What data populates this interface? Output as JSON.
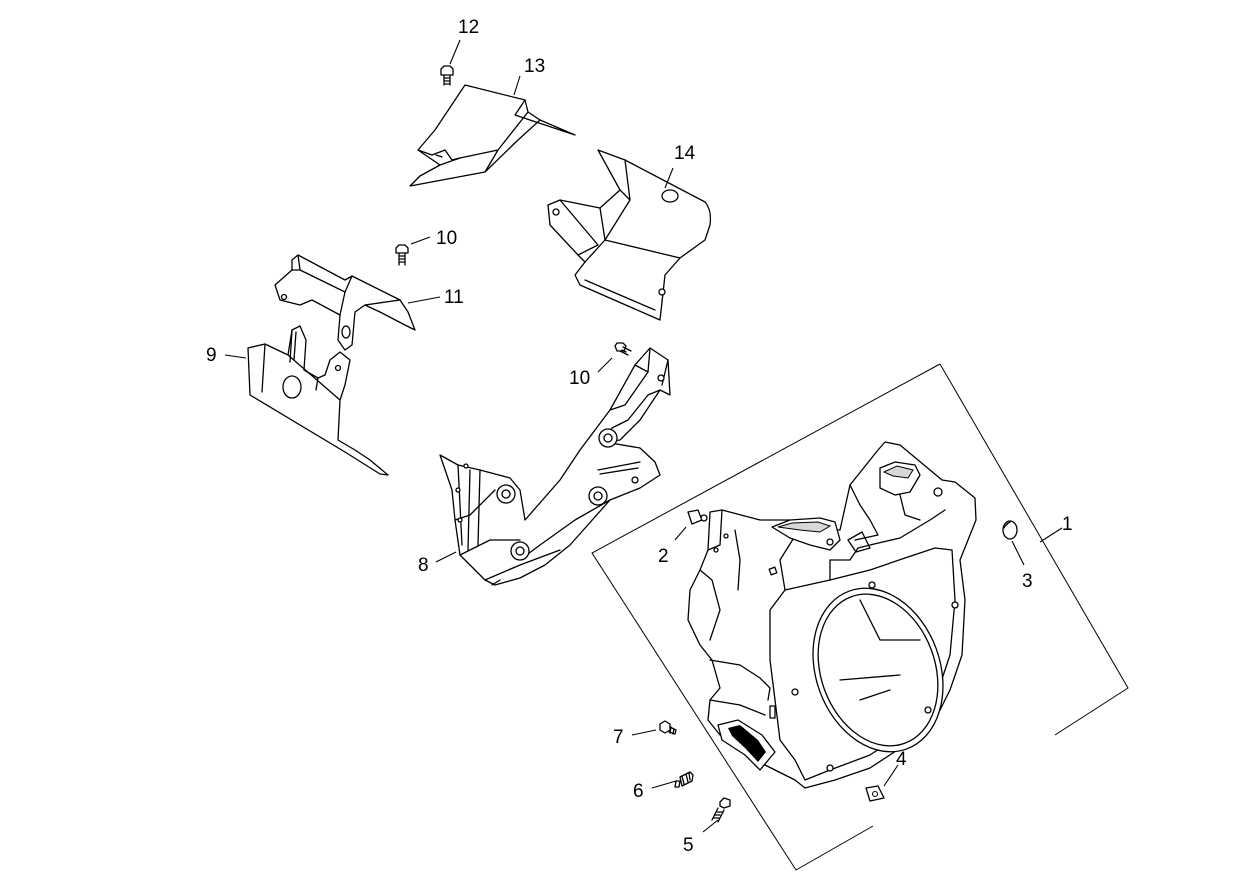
{
  "callouts": [
    {
      "id": "c1",
      "label": "1"
    },
    {
      "id": "c2",
      "label": "2"
    },
    {
      "id": "c3",
      "label": "3"
    },
    {
      "id": "c4",
      "label": "4"
    },
    {
      "id": "c5",
      "label": "5"
    },
    {
      "id": "c6",
      "label": "6"
    },
    {
      "id": "c7",
      "label": "7"
    },
    {
      "id": "c8",
      "label": "8"
    },
    {
      "id": "c9",
      "label": "9"
    },
    {
      "id": "c10a",
      "label": "10"
    },
    {
      "id": "c10b",
      "label": "10"
    },
    {
      "id": "c11",
      "label": "11"
    },
    {
      "id": "c12",
      "label": "12"
    },
    {
      "id": "c13",
      "label": "13"
    },
    {
      "id": "c14",
      "label": "14"
    }
  ]
}
